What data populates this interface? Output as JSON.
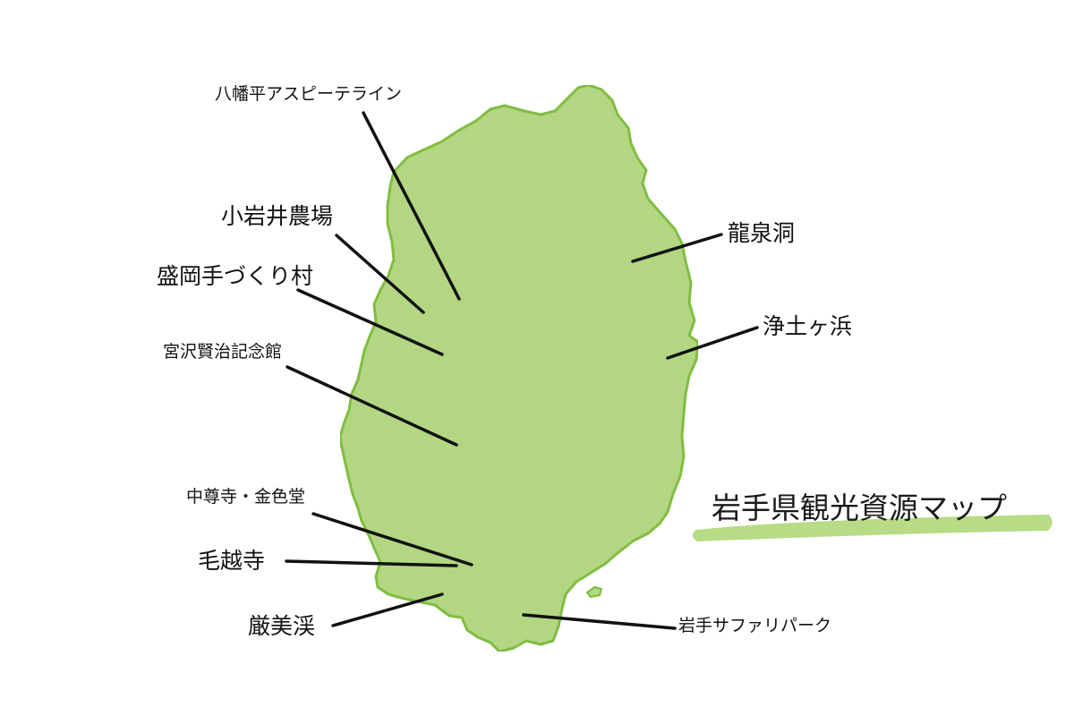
{
  "map": {
    "title": "岩手県観光資源マップ",
    "colors": {
      "land_fill": "#b5d985",
      "land_stroke": "#7ebd3e",
      "title_underline": "#b8dc86",
      "leader_line": "#111111",
      "text": "#111111"
    },
    "locations": [
      {
        "id": "hachimantai",
        "name": "八幡平アスピーテライン"
      },
      {
        "id": "koiwai",
        "name": "小岩井農場"
      },
      {
        "id": "tezukuri",
        "name": "盛岡手づくり村"
      },
      {
        "id": "miyazawa",
        "name": "宮沢賢治記念館"
      },
      {
        "id": "chusonji",
        "name": "中尊寺・金色堂"
      },
      {
        "id": "motsuji",
        "name": "毛越寺"
      },
      {
        "id": "genbikei",
        "name": "厳美渓"
      },
      {
        "id": "ryusendo",
        "name": "龍泉洞"
      },
      {
        "id": "jodogahama",
        "name": "浄土ヶ浜"
      },
      {
        "id": "safari",
        "name": "岩手サファリパーク"
      }
    ]
  }
}
